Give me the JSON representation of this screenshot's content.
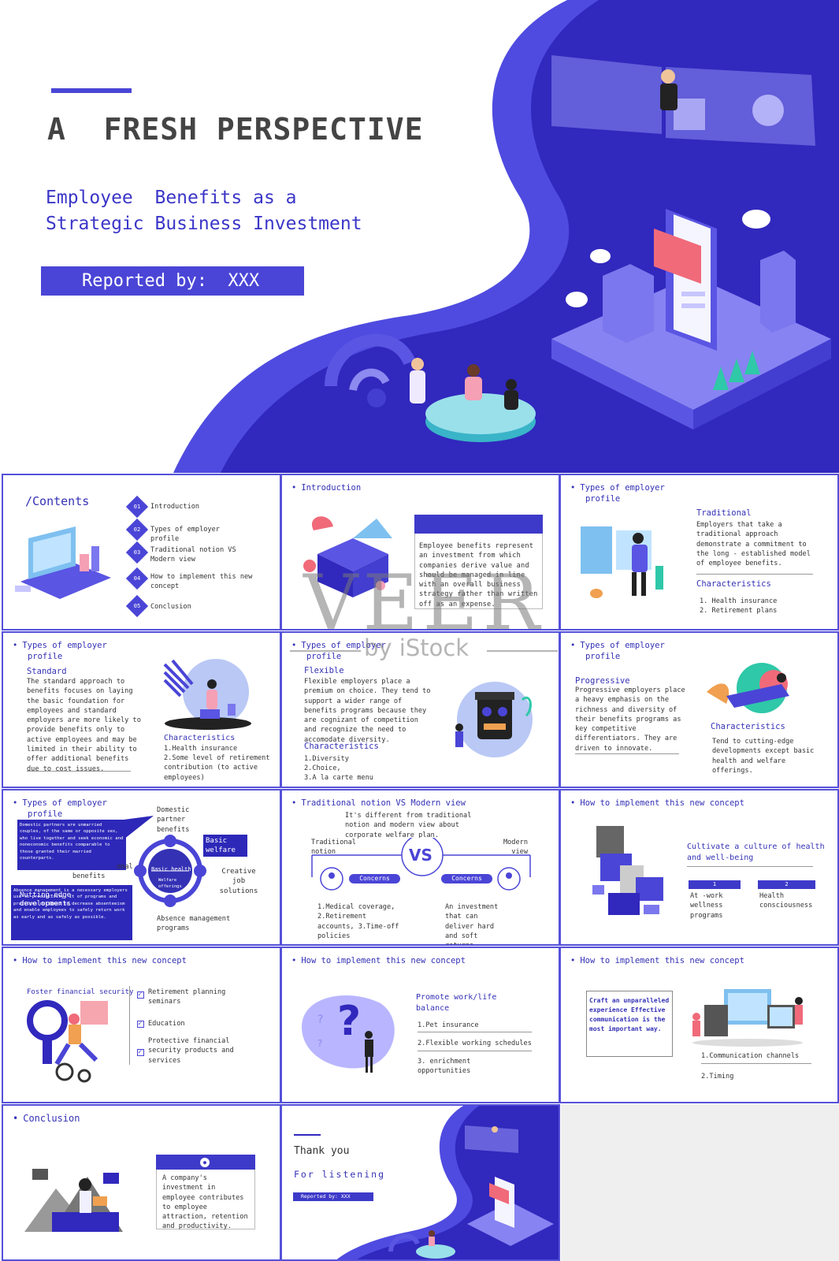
{
  "hero": {
    "title": "A  FRESH PERSPECTIVE",
    "subtitle_line1": "Employee  Benefits as a",
    "subtitle_line2": "Strategic Business Investment",
    "reported_by": "Reported by:  XXX"
  },
  "contents": {
    "title": "/Contents",
    "items": [
      {
        "num": "01",
        "label": "Introduction"
      },
      {
        "num": "02",
        "label": "Types of employer profile"
      },
      {
        "num": "03",
        "label": "Traditional notion VS Modern view"
      },
      {
        "num": "04",
        "label": "How to implement this new concept"
      },
      {
        "num": "05",
        "label": "Conclusion"
      }
    ]
  },
  "intro": {
    "title": "Introduction",
    "body": "Employee benefits represent an investment from which companies derive value and should be managed in line with an overall business strategy rather than written off as an expense."
  },
  "traditional": {
    "title_line1": "Types of employer",
    "title_line2": "profile",
    "heading": "Traditional",
    "body": "Employers that take a traditional approach demonstrate a commitment to the long - established model of employee benefits.",
    "char_heading": "Characteristics",
    "char_1": "1. Health insurance",
    "char_2": "2. Retirement plans"
  },
  "standard": {
    "title_line1": "Types of employer",
    "title_line2": "profile",
    "heading": "Standard",
    "body": "The standard approach to benefits  focuses on laying the basic foundation for employees and standard employers are more likely to provide benefits only to active employees and may be limited in their ability to offer additional benefits due to cost issues.",
    "char_heading": "Characteristics",
    "char_1": "1.Health insurance",
    "char_2": "2.Some level of retirement contribution (to active employees)"
  },
  "flexible": {
    "title_line1": "Types of employer",
    "title_line2": "profile",
    "heading": "Flexible",
    "body": "Flexible employers place a premium on choice. They tend to support a wider range of benefits programs because they are cognizant of competition and recognize the need to accomodate diversity.",
    "char_heading": "Characteristics",
    "char_1": "1.Diversity",
    "char_2": "2.Choice,",
    "char_3": "3.A la carte menu"
  },
  "progressive": {
    "title_line1": "Types of employer",
    "title_line2": "profile",
    "heading": "Progressive",
    "body": "Progressive employers place a heavy emphasis on the richness and diversity of their benefits programs as key competitive differentiators. They are driven to innovate.",
    "char_heading": "Characteristics",
    "char_body": "Tend to cutting-edge developments except basic health and welfare offerings."
  },
  "types_diagram": {
    "title_line1": "Types of employer",
    "title_line2": "profile",
    "domestic": "Domestic partner benefits",
    "domestic_note": "Domestic partners are unmarried couples, of the same or opposite sex, who live together and seek economic and noneconomic benefits comparable to those granted their married counterparts.",
    "basic_welfare": "Basic welfare",
    "creative": "Creative job solutions",
    "absence": "Absence management programs",
    "absence_note": "Absence management is a necessary employers use to productivity. It of programs and practices designed to decrease absenteeism and enable employees to safely return work as early and as safely as possible.",
    "nutting": "Nutting-edge developments",
    "benefits_frag": "benefits",
    "onal_frag": "onal",
    "center_top": "Basic health",
    "center_bottom": "Welfare offerings"
  },
  "vs": {
    "title": "Traditional notion VS Modern view",
    "intro": "It's different from traditional notion and modern view about corporate welfare plan.",
    "left_label": "Traditional notion",
    "right_label": "Modern view",
    "vs": "VS",
    "concerns": "Concerns",
    "left_body": "1.Medical coverage, 2.Retirement accounts, 3.Time-off policies",
    "right_body": "An investment that can deliver hard and soft returns."
  },
  "impl1": {
    "title": "How to implement this new concept",
    "heading": "Cultivate a culture of health and well-being",
    "n1": "1",
    "n2": "2",
    "i1": "At  -work wellness programs",
    "i2": "Health consciousness"
  },
  "impl2": {
    "title": "How to implement this new concept",
    "heading": "Foster financial security",
    "i1": "Retirement planning seminars",
    "i2": "Education",
    "i3": "Protective financial security products and services"
  },
  "impl3": {
    "title": "How to implement this new concept",
    "heading": "Promote work/life balance",
    "i1": "1.Pet insurance",
    "i2": "2.Flexible working schedules",
    "i3": "3. enrichment opportunities"
  },
  "impl4": {
    "title": "How to implement this new concept",
    "box": "Craft an unparalleled experience Effective communication is the most important way.",
    "i1": "1.Communication channels",
    "i2": "2.Timing"
  },
  "conclusion": {
    "title": "Conclusion",
    "body": "A company's investment in employee contributes to employee attraction, retention and productivity."
  },
  "thanks": {
    "line1": "Thank you",
    "line2": "For listening",
    "reported": "Reported by:  XXX"
  },
  "watermark": {
    "main": "VEER",
    "sub": "by iStock"
  },
  "colors": {
    "primary": "#4a45d6",
    "dark": "#2d28b8",
    "accent_light": "#8d8af0"
  }
}
